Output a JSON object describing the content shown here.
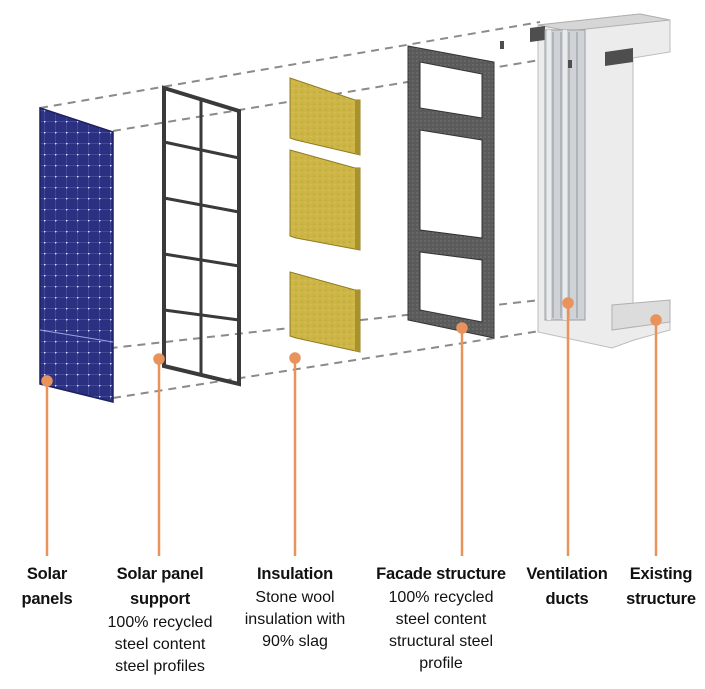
{
  "labels": [
    {
      "title_lines": [
        "Solar",
        "panels"
      ],
      "desc_lines": []
    },
    {
      "title_lines": [
        "Solar panel",
        "support"
      ],
      "desc_lines": [
        "100% recycled",
        "steel content",
        "steel profiles"
      ]
    },
    {
      "title_lines": [
        "Insulation"
      ],
      "desc_lines": [
        "Stone wool",
        "insulation with",
        "90% slag"
      ]
    },
    {
      "title_lines": [
        "Facade structure"
      ],
      "desc_lines": [
        "100% recycled",
        "steel content",
        "structural steel",
        "profile"
      ]
    },
    {
      "title_lines": [
        "Ventilation",
        "ducts"
      ],
      "desc_lines": []
    },
    {
      "title_lines": [
        "Existing",
        "structure"
      ],
      "desc_lines": []
    }
  ],
  "colors": {
    "leader": "#e8935c",
    "dash": "#8a8a8a",
    "solar_panel": "#2b2f7a",
    "insulation": "#cdb646",
    "steel_frame": "#4a4a4a",
    "concrete": "#e9e9e9",
    "text": "#111111"
  }
}
